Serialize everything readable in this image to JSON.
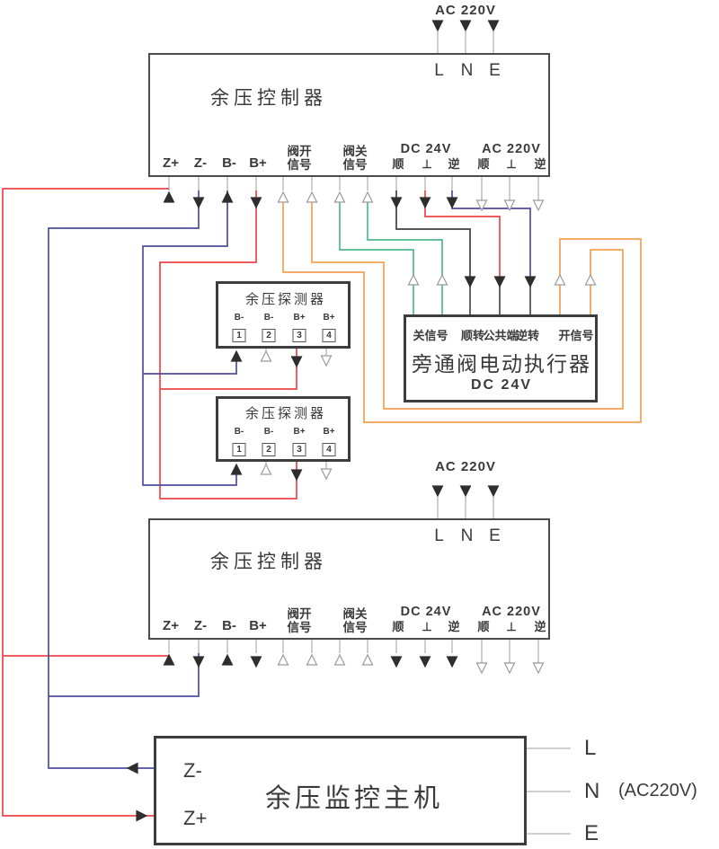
{
  "colors": {
    "wire_red": "#ee4448",
    "wire_navy": "#4d4da0",
    "wire_orange": "#f2a050",
    "wire_green": "#4fba8c",
    "wire_black": "#3f3f3f",
    "wire_dark": "#4a4a4a",
    "stub_gray": "#b3b3b3",
    "arrow_fill": "#2e2e2e",
    "arrow_open_stroke": "#9a9a9a",
    "box_border": "#4a4a4a"
  },
  "controller": {
    "title": "余压控制器",
    "power_label": "AC 220V",
    "lne": {
      "l": "L",
      "n": "N",
      "e": "E"
    },
    "terminals": {
      "z_plus": "Z+",
      "z_minus": "Z-",
      "b_minus": "B-",
      "b_plus": "B+",
      "valve_open_l1": "阀开",
      "valve_open_l2": "信号",
      "valve_close_l1": "阀关",
      "valve_close_l2": "信号",
      "dc_label": "DC 24V",
      "ac_label": "AC 220V",
      "cw": "顺",
      "com": "⊥",
      "ccw": "逆"
    }
  },
  "detector": {
    "title": "余压探测器",
    "terminals": [
      {
        "label": "B-",
        "num": "1"
      },
      {
        "label": "B-",
        "num": "2"
      },
      {
        "label": "B+",
        "num": "3"
      },
      {
        "label": "B+",
        "num": "4"
      }
    ]
  },
  "actuator": {
    "title": "旁通阀电动执行器",
    "voltage": "DC 24V",
    "terminals": {
      "close_signal": "关信号",
      "cw": "顺转",
      "common": "公共端",
      "ccw": "逆转",
      "open_signal": "开信号"
    }
  },
  "host": {
    "title": "余压监控主机",
    "z_minus": "Z-",
    "z_plus": "Z+",
    "lne": {
      "l": "L",
      "n": "N",
      "e": "E"
    },
    "power_note": "(AC220V)"
  }
}
